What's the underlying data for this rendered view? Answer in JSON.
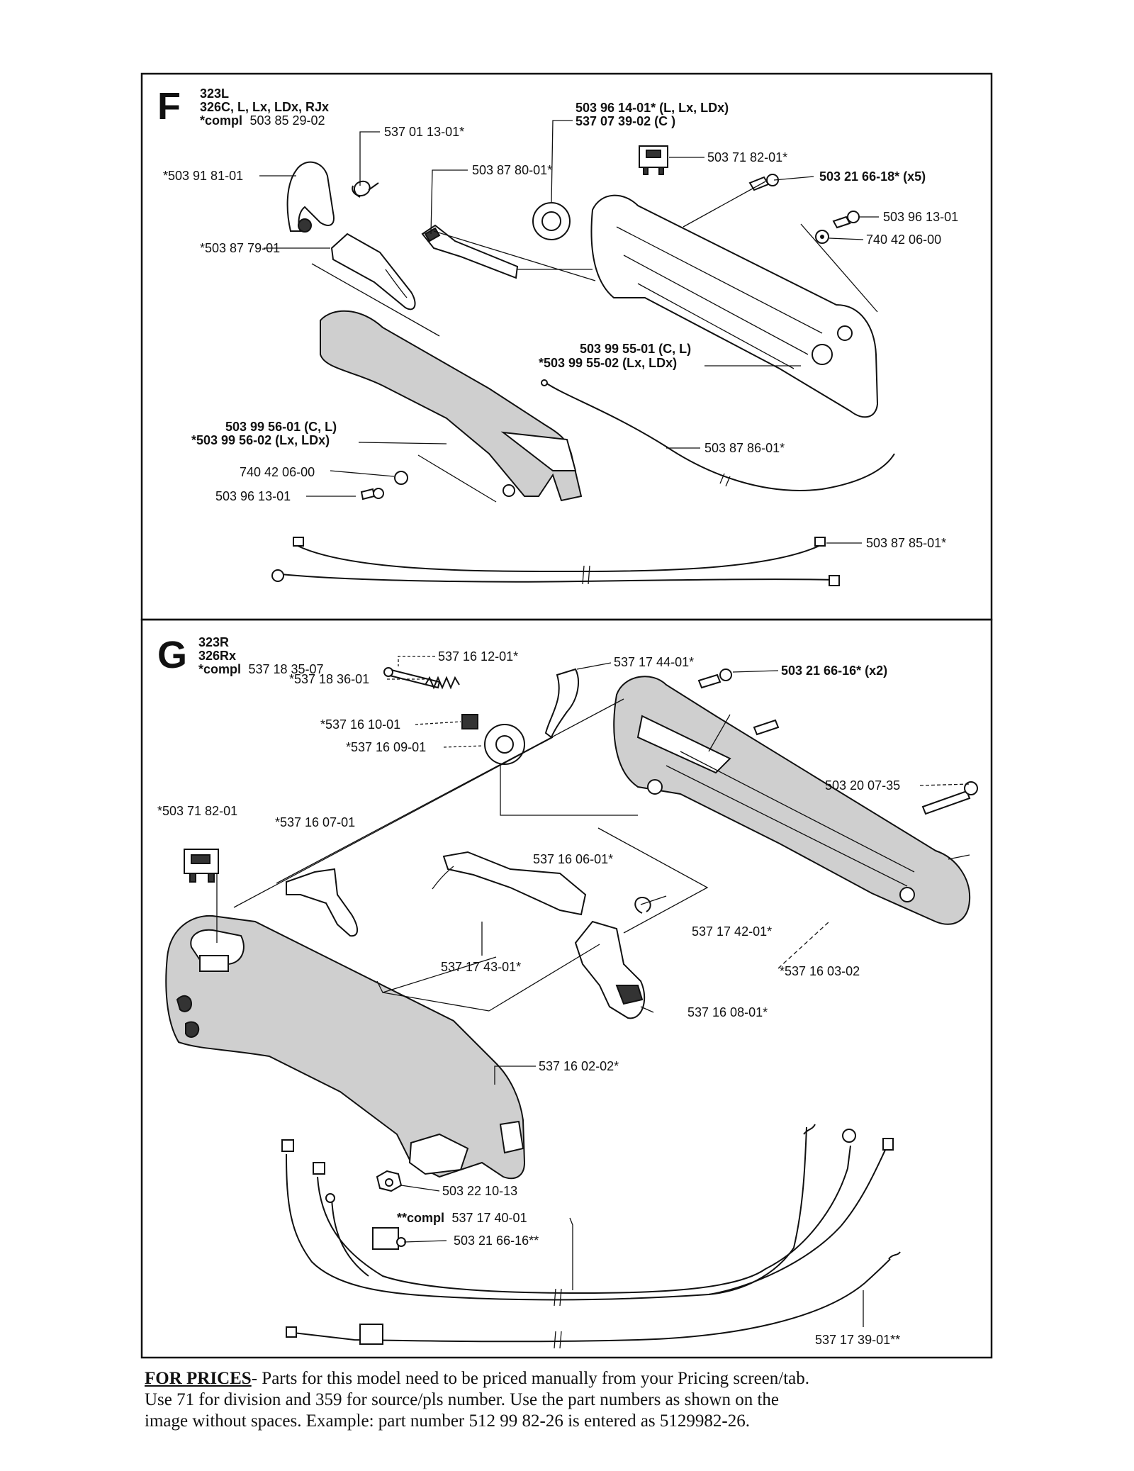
{
  "section_f": {
    "letter": "F",
    "models": [
      "323L",
      "326C, L, Lx, LDx, RJx"
    ],
    "compl_prefix": "*compl",
    "compl_number": "503 85 29-02",
    "labels": {
      "a": "537 01 13-01*",
      "b": "*503 91 81-01",
      "c": "503 87 80-01*",
      "d": "*503 87 79-01",
      "e1": "503 96 14-01* (L, Lx, LDx)",
      "e2": "537 07 39-02 (C )",
      "f": "503 71 82-01*",
      "g": "503 21 66-18* (x5)",
      "h": "503 96 13-01",
      "i": "740 42 06-00",
      "j1": "503 99 55-01 (C, L)",
      "j2": "*503 99 55-02 (Lx, LDx)",
      "k": "503 87 86-01*",
      "l1": "503 99 56-01 (C, L)",
      "l2": "*503 99 56-02 (Lx, LDx)",
      "m": "740 42 06-00",
      "n": "503 96 13-01",
      "o": "503 87 85-01*"
    }
  },
  "section_g": {
    "letter": "G",
    "models": [
      "323R",
      "326Rx"
    ],
    "compl_prefix": "*compl",
    "compl_number": "537 18 35-07",
    "labels": {
      "a": "537 16 12-01*",
      "b": "*537 18 36-01",
      "c": "*537 16 10-01",
      "d": "*537 16 09-01",
      "e": "537 17 44-01*",
      "f": "503 21 66-16* (x2)",
      "g": "503 20 07-35",
      "h": "*503 71 82-01",
      "i": "*537 16 07-01",
      "j": "537 16 06-01*",
      "k": "537 17 42-01*",
      "l": "*537 16 03-02",
      "m": "537 17 43-01*",
      "n": "537 16 08-01*",
      "o": "537 16 02-02*",
      "p": "503 22 10-13",
      "q_prefix": "**compl",
      "q": "537 17 40-01",
      "r": "503 21 66-16**",
      "s": "537 17 39-01**"
    }
  },
  "footer": {
    "heading": "FOR PRICES",
    "line1": "- Parts for this model need to be priced manually from your Pricing screen/tab.",
    "line2": "Use 71 for division and 359 for source/pls number.   Use the part numbers as shown on the",
    "line3": "image without spaces.  Example: part number 512 99 82-26 is entered as 5129982-26."
  }
}
